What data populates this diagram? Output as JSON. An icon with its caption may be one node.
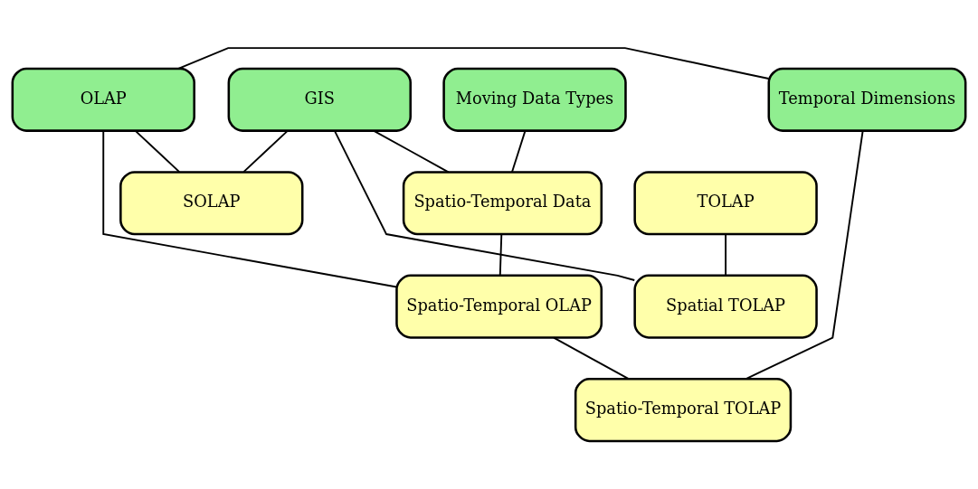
{
  "diagram": {
    "nodes": [
      {
        "text": [
          "Temporal Dimensions"
        ]
      },
      {
        "text": [
          "OLAP"
        ]
      },
      {
        "text": [
          "GIS"
        ]
      },
      {
        "text": [
          "Moving Data Types"
        ]
      },
      {
        "text": [
          "TOLAP"
        ]
      },
      {
        "text": [
          "SOLAP"
        ]
      },
      {
        "text": [
          "Spatio-Temporal Data"
        ]
      },
      {
        "text": [
          "Spatial TOLAP"
        ]
      },
      {
        "text": [
          "Spatio-Temporal OLAP"
        ]
      },
      {
        "text": [
          "Spatio-Temporal TOLAP"
        ]
      }
    ],
    "edges": [
      {
        "from": 0,
        "to": 1,
        "arrow": "none"
      },
      {
        "from": 0,
        "to": 9,
        "arrow": "none"
      },
      {
        "from": 1,
        "to": 5,
        "arrow": "none"
      },
      {
        "from": 2,
        "to": 5,
        "arrow": "none"
      },
      {
        "from": 2,
        "to": 6,
        "arrow": "none"
      },
      {
        "from": 3,
        "to": 6,
        "arrow": "none"
      },
      {
        "from": 4,
        "to": 7,
        "arrow": "none"
      },
      {
        "from": 2,
        "to": 7,
        "arrow": "none"
      },
      {
        "from": 1,
        "to": 8,
        "arrow": "none"
      },
      {
        "from": 6,
        "to": 8,
        "arrow": "none"
      },
      {
        "from": 8,
        "to": 9,
        "arrow": "none"
      }
    ]
  }
}
